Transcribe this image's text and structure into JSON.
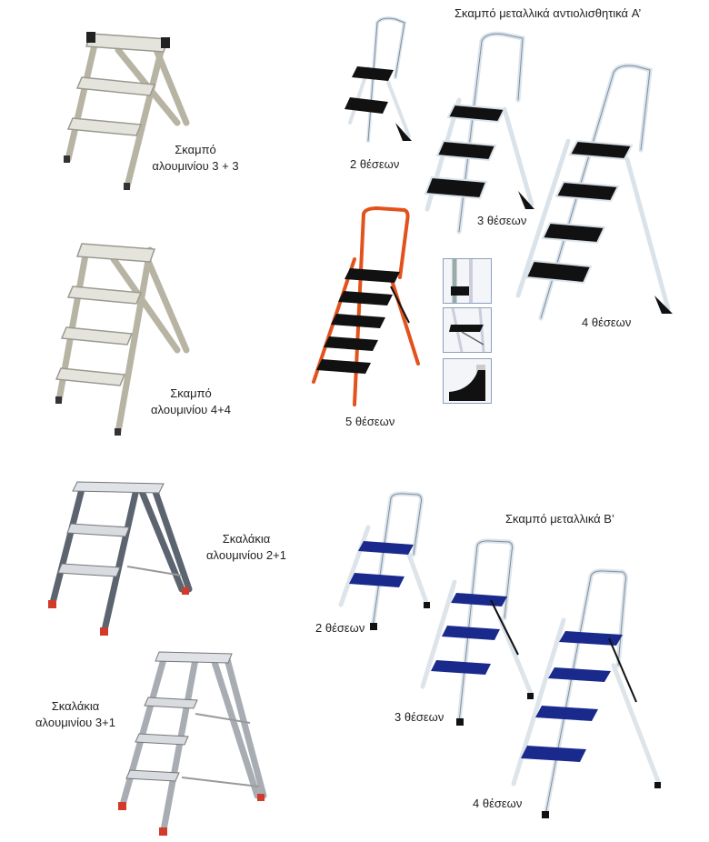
{
  "heading_a": "Σκαμπό μεταλλικά αντιολισθητικά A’",
  "heading_b": "Σκαμπό μεταλλικά B’",
  "alu_3_3": {
    "line1": "Σκαμπό",
    "line2": "αλουμινίου 3 + 3"
  },
  "alu_4_4": {
    "line1": "Σκαμπό",
    "line2": "αλουμινίου 4+4"
  },
  "ladder_2_1": {
    "line1": "Σκαλάκια",
    "line2": "αλουμινίου 2+1"
  },
  "ladder_3_1": {
    "line1": "Σκαλάκια",
    "line2": "αλουμινίου 3+1"
  },
  "metal_a": [
    "2 θέσεων",
    "3 θέσεων",
    "4 θέσεων",
    "5 θέσεων"
  ],
  "metal_b": [
    "2 θέσεων",
    "3 θέσεων",
    "4 θέσεων"
  ],
  "colors": {
    "frame_white": "#e8edf2",
    "frame_orange": "#e2521c",
    "step_black": "#111111",
    "step_blue": "#1a2a8c",
    "alu": "#c9c9c2",
    "alu_dark": "#5c6470",
    "foot_red": "#d23a2a"
  }
}
